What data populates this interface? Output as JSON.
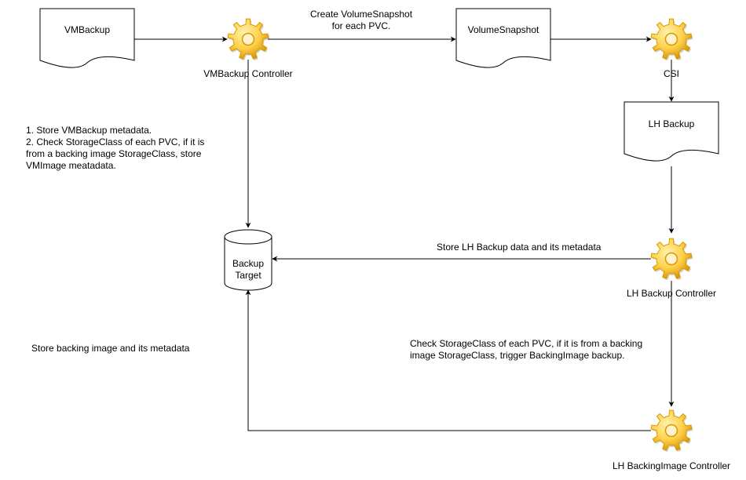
{
  "nodes": {
    "vmbackup_doc": "VMBackup",
    "vmbackup_controller": "VMBackup Controller",
    "volumesnapshot_doc": "VolumeSnapshot",
    "csi": "CSI",
    "lh_backup_doc": "LH Backup",
    "backup_target": [
      "Backup",
      "Target"
    ],
    "lh_backup_controller": "LH Backup Controller",
    "lh_backingimage_controller": "LH BackingImage Controller"
  },
  "edge_labels": {
    "create_snapshot": [
      "Create VolumeSnapshot",
      "for each PVC."
    ],
    "store_vmbackup": [
      "1. Store VMBackup metadata.",
      "2. Check StorageClass of each PVC, if it is",
      "from a backing image StorageClass, store",
      "VMImage meatadata."
    ],
    "store_lh_backup": "Store LH Backup data and its metadata",
    "check_storageclass": [
      "Check StorageClass of each PVC, if it is from a backing",
      "image StorageClass, trigger BackingImage  backup."
    ],
    "store_backing_image": "Store backing image and its metadata"
  },
  "colors": {
    "line": "#000000",
    "gear_light": "#ffd966",
    "gear_dark": "#d79b00",
    "gear_hub": "#fff2cc"
  },
  "icons": {
    "controller": "gear-icon",
    "storage": "cylinder-icon",
    "document": "document-icon"
  }
}
